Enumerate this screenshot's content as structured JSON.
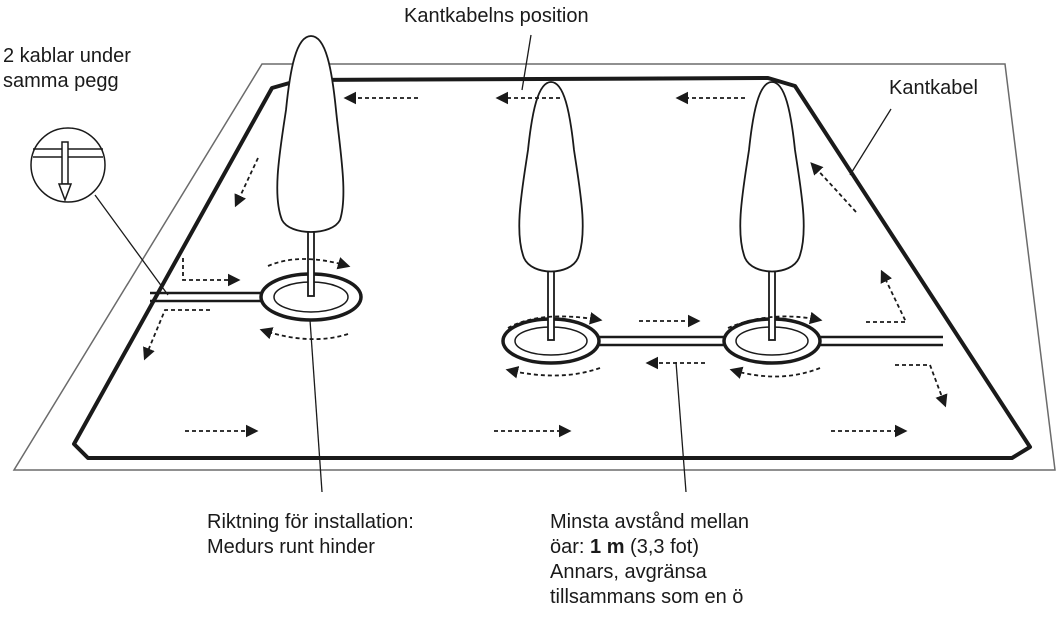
{
  "labels": {
    "top": "Kantkabelns position",
    "pegg": [
      "2 kablar under",
      "samma pegg"
    ],
    "kantkabel": "Kantkabel",
    "direction": [
      "Riktning för installation:",
      "Medurs runt hinder"
    ],
    "distance_prefix": "öar: ",
    "distance_value": "1 m",
    "distance_suffix": " (3,3 fot)",
    "distance_line1": "Minsta avstånd mellan",
    "distance_line3": "Annars, avgränsa",
    "distance_line4": "tillsammans som en ö"
  },
  "colors": {
    "line": "#1a1a1a",
    "lawn_outline": "#6b6b6b",
    "fill": "#ffffff"
  }
}
